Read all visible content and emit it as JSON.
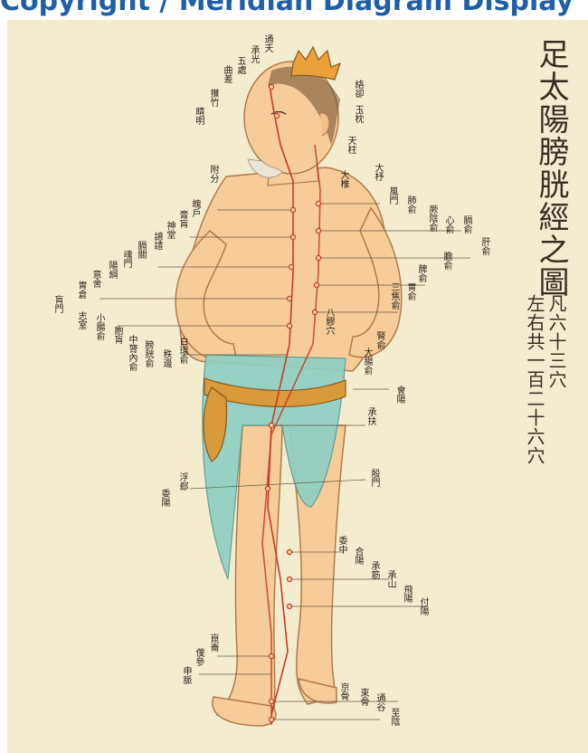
{
  "header_caption": "Copyright / Meridian Diagram Display",
  "title": "足太陽膀胱經之圖",
  "subtitle": [
    "凡六十三穴",
    "左右共一百二十六穴"
  ],
  "colors": {
    "paper": "#f4eccf",
    "skin": "#f6cc98",
    "meridian": "#c83a2b",
    "cloth": "#8fcfc4",
    "belt": "#d89a3a",
    "hair": "#e9a23b"
  },
  "points": [
    {
      "id": "p1",
      "name": "通天"
    },
    {
      "id": "p2",
      "name": "承光"
    },
    {
      "id": "p3",
      "name": "五處"
    },
    {
      "id": "p4",
      "name": "曲差"
    },
    {
      "id": "p5",
      "name": "絡卻"
    },
    {
      "id": "p6",
      "name": "玉枕"
    },
    {
      "id": "p7",
      "name": "攢竹"
    },
    {
      "id": "p8",
      "name": "睛明"
    },
    {
      "id": "p9",
      "name": "天柱"
    },
    {
      "id": "p10",
      "name": "附分"
    },
    {
      "id": "p11",
      "name": "大杼"
    },
    {
      "id": "p12",
      "name": "大椎"
    },
    {
      "id": "p13",
      "name": "風門"
    },
    {
      "id": "p14",
      "name": "肺俞"
    },
    {
      "id": "p15",
      "name": "厥陰俞"
    },
    {
      "id": "p16",
      "name": "心俞"
    },
    {
      "id": "p17",
      "name": "膈俞"
    },
    {
      "id": "p18",
      "name": "肝俞"
    },
    {
      "id": "p19",
      "name": "膽俞"
    },
    {
      "id": "p20",
      "name": "脾俞"
    },
    {
      "id": "p21",
      "name": "胃俞"
    },
    {
      "id": "p22",
      "name": "三焦俞"
    },
    {
      "id": "p23",
      "name": "腎俞"
    },
    {
      "id": "p24",
      "name": "八髎穴"
    },
    {
      "id": "p25",
      "name": "大腸俞"
    },
    {
      "id": "p26",
      "name": "魄戶"
    },
    {
      "id": "p27",
      "name": "膏肓"
    },
    {
      "id": "p28",
      "name": "神堂"
    },
    {
      "id": "p29",
      "name": "譩譆"
    },
    {
      "id": "p30",
      "name": "膈關"
    },
    {
      "id": "p31",
      "name": "魂門"
    },
    {
      "id": "p32",
      "name": "陽綱"
    },
    {
      "id": "p33",
      "name": "意舍"
    },
    {
      "id": "p34",
      "name": "胃倉"
    },
    {
      "id": "p35",
      "name": "肓門"
    },
    {
      "id": "p36",
      "name": "志室"
    },
    {
      "id": "p37",
      "name": "小腸俞"
    },
    {
      "id": "p38",
      "name": "胞肓"
    },
    {
      "id": "p39",
      "name": "中膂內俞"
    },
    {
      "id": "p40",
      "name": "膀胱俞"
    },
    {
      "id": "p41",
      "name": "秩邊"
    },
    {
      "id": "p42",
      "name": "白環俞"
    },
    {
      "id": "p43",
      "name": "會陽"
    },
    {
      "id": "p44",
      "name": "承扶"
    },
    {
      "id": "p45",
      "name": "殷門"
    },
    {
      "id": "p46",
      "name": "浮郄"
    },
    {
      "id": "p47",
      "name": "委陽"
    },
    {
      "id": "p48",
      "name": "委中"
    },
    {
      "id": "p49",
      "name": "合陽"
    },
    {
      "id": "p50",
      "name": "承筋"
    },
    {
      "id": "p51",
      "name": "承山"
    },
    {
      "id": "p52",
      "name": "飛陽"
    },
    {
      "id": "p53",
      "name": "付陽"
    },
    {
      "id": "p54",
      "name": "崑崙"
    },
    {
      "id": "p55",
      "name": "僕參"
    },
    {
      "id": "p56",
      "name": "申脈"
    },
    {
      "id": "p57",
      "name": "京骨"
    },
    {
      "id": "p58",
      "name": "束骨"
    },
    {
      "id": "p59",
      "name": "通谷"
    },
    {
      "id": "p60",
      "name": "至陰"
    }
  ]
}
